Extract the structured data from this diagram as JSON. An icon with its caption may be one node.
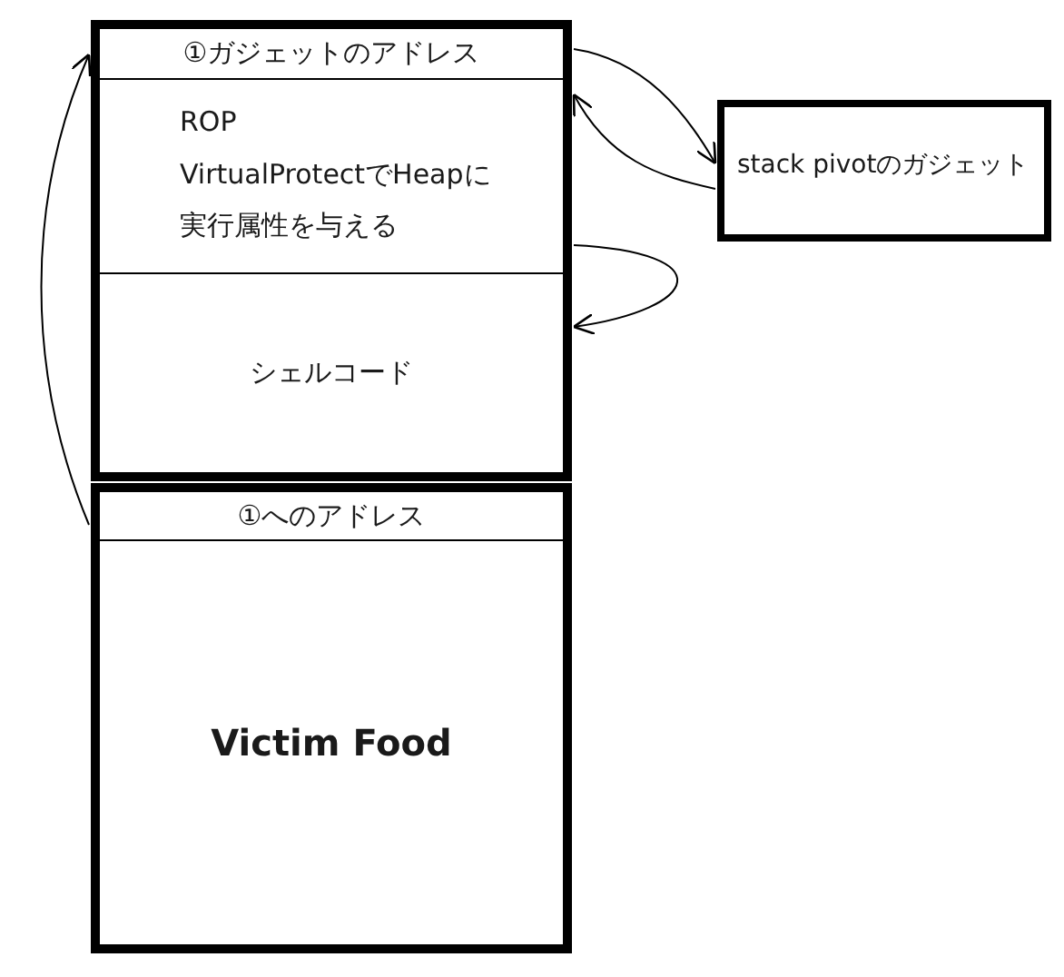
{
  "diagram": {
    "nodes": [
      {
        "text": [],
        "shape": "box"
      },
      {
        "text": [
          "①ガジェットのアドレス"
        ],
        "in": 0
      },
      {
        "text": [
          "ROP",
          "VirtualProtectでHeapに実行属性を与える"
        ],
        "in": 0
      },
      {
        "text": [
          "シェルコード"
        ],
        "in": 0
      },
      {
        "text": [
          "stack pivotのガジェット"
        ]
      },
      {
        "text": [],
        "shape": "box"
      },
      {
        "text": [
          "①へのアドレス"
        ],
        "in": 5
      },
      {
        "text": [
          "Victim Food"
        ],
        "in": 5
      }
    ],
    "edges": [
      {
        "from": 1,
        "to": 4,
        "arrow": "to"
      },
      {
        "from": 4,
        "to": 2,
        "arrow": "to"
      },
      {
        "from": 2,
        "to": 3,
        "arrow": "to"
      },
      {
        "from": 6,
        "to": 1,
        "arrow": "to"
      }
    ]
  }
}
